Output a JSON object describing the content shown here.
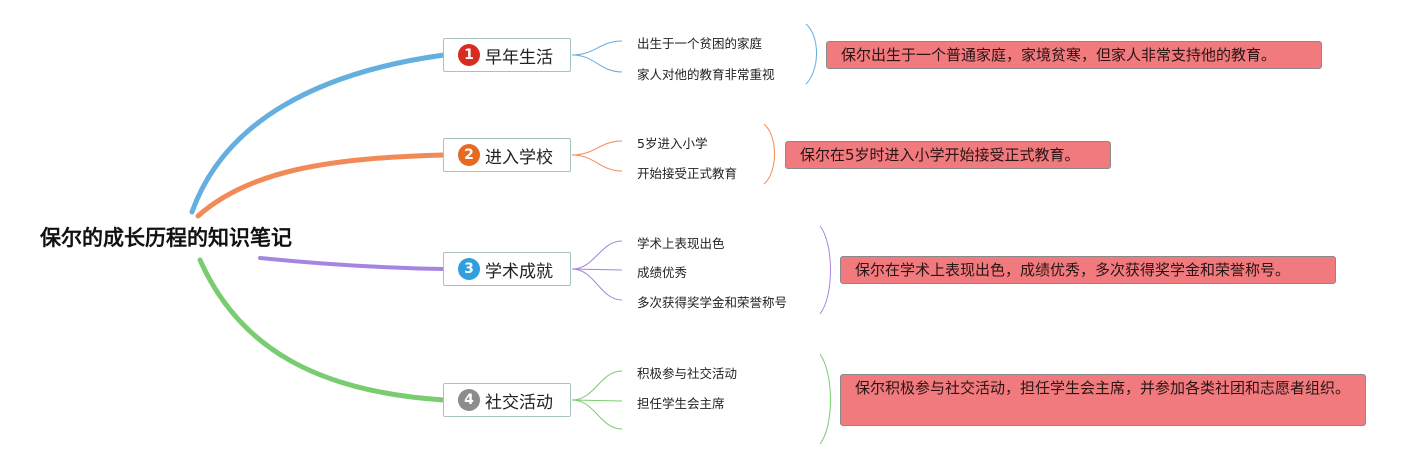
{
  "title": "保尔的成长历程的知识笔记",
  "colors": {
    "branch1": "#64aee0",
    "branch2": "#f28a58",
    "branch3": "#a585e0",
    "branch4": "#7acc70",
    "badge1": "#d92b1f",
    "badge2": "#e66a22",
    "badge3": "#2f9fe0",
    "badge4": "#8c8c8c",
    "summary_fill": "#f07a7e"
  },
  "topics": [
    {
      "number": "1",
      "label": "早年生活",
      "details": [
        "出生于一个贫困的家庭",
        "家人对他的教育非常重视"
      ],
      "summary": "保尔出生于一个普通家庭，家境贫寒，但家人非常支持他的教育。"
    },
    {
      "number": "2",
      "label": "进入学校",
      "details": [
        "5岁进入小学",
        "开始接受正式教育"
      ],
      "summary": "保尔在5岁时进入小学开始接受正式教育。"
    },
    {
      "number": "3",
      "label": "学术成就",
      "details": [
        "学术上表现出色",
        "成绩优秀",
        "多次获得奖学金和荣誉称号"
      ],
      "summary": "保尔在学术上表现出色，成绩优秀，多次获得奖学金和荣誉称号。"
    },
    {
      "number": "4",
      "label": "社交活动",
      "details": [
        "积极参与社交活动",
        "担任学生会主席"
      ],
      "summary": "保尔积极参与社交活动，担任学生会主席，并参加各类社团和志愿者组织。"
    }
  ]
}
